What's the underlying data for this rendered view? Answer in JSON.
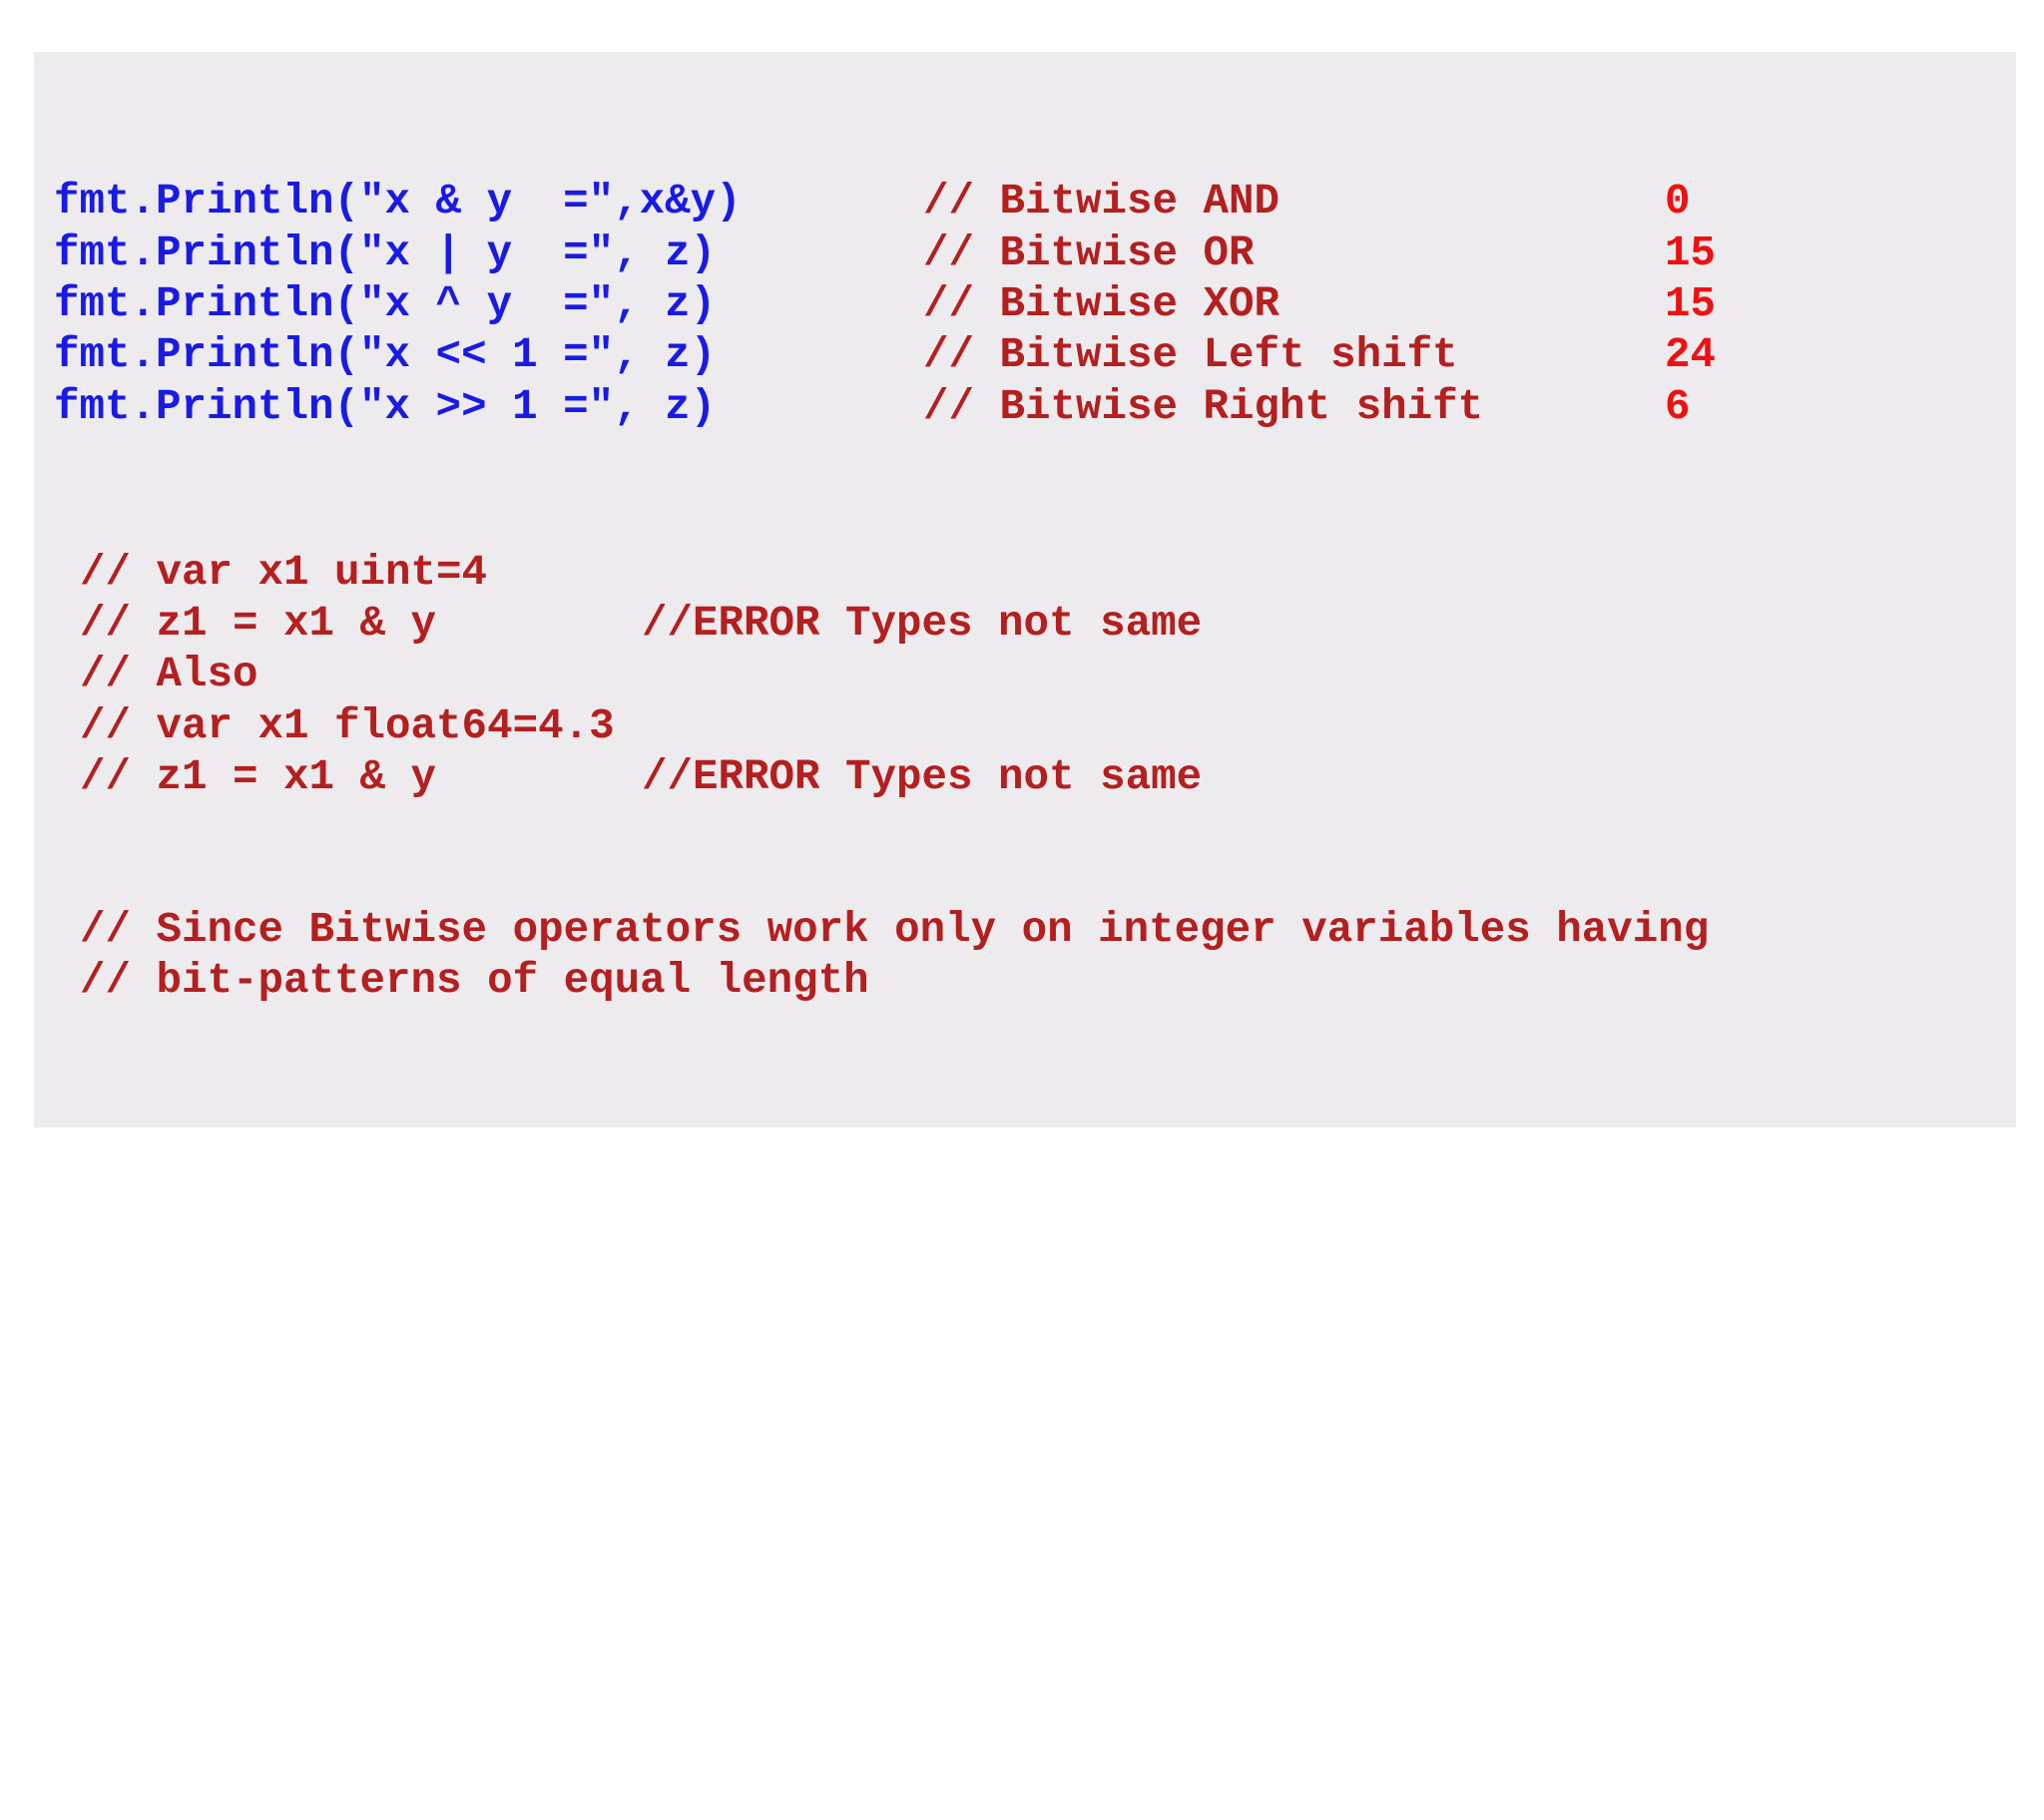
{
  "colors": {
    "background": "#edebee",
    "code_blue": "#1a1ae6",
    "comment_dark_red": "#b41f1f",
    "result_red": "#ee1111"
  },
  "bitwise_lines": [
    {
      "code": "fmt.Println(\"x & y  =\",x&y)",
      "comment": "// Bitwise AND",
      "result": "0"
    },
    {
      "code": "fmt.Println(\"x | y  =\", z)",
      "comment": "// Bitwise OR",
      "result": "15"
    },
    {
      "code": "fmt.Println(\"x ^ y  =\", z)",
      "comment": "// Bitwise XOR",
      "result": "15"
    },
    {
      "code": "fmt.Println(\"x << 1 =\", z)",
      "comment": "// Bitwise Left shift",
      "result": "24"
    },
    {
      "code": "fmt.Println(\"x >> 1 =\", z)",
      "comment": "// Bitwise Right shift",
      "result": "6"
    }
  ],
  "error_lines": [
    {
      "text": "// var x1 uint=4",
      "note": ""
    },
    {
      "text": "// z1 = x1 & y",
      "note": "//ERROR Types not same"
    },
    {
      "text": "// Also",
      "note": ""
    },
    {
      "text": "// var x1 float64=4.3",
      "note": ""
    },
    {
      "text": "// z1 = x1 & y",
      "note": "//ERROR Types not same"
    }
  ],
  "explanation_lines": [
    "// Since Bitwise operators work only on integer variables having",
    "// bit-patterns of equal length"
  ]
}
